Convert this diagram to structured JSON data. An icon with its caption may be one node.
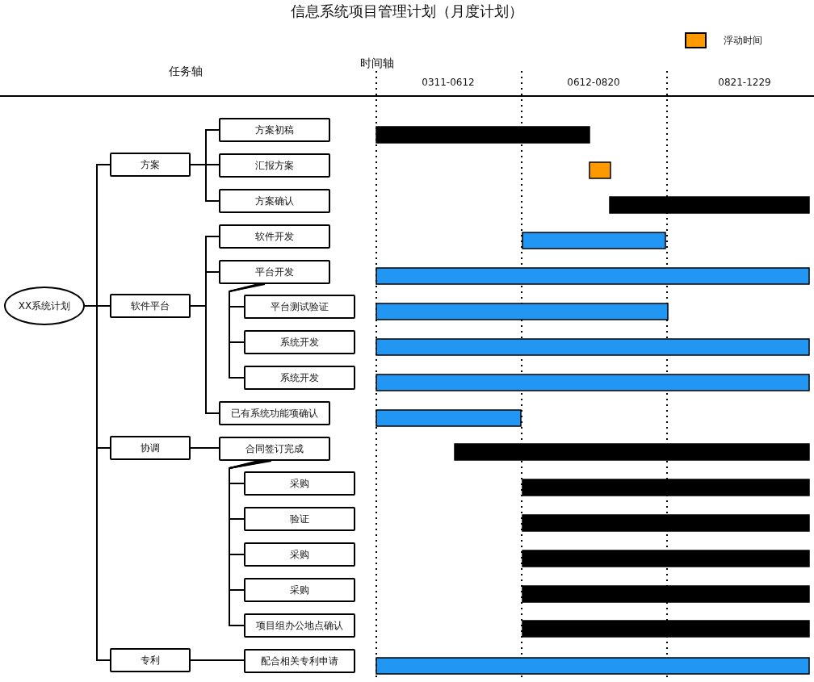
{
  "diagram": {
    "title": "信息系统项目管理计划（月度计划）",
    "nodes": [
      {
        "text": [
          "XX系统计划"
        ]
      },
      {
        "text": [
          "方案"
        ]
      },
      {
        "text": [
          "方案初稿"
        ]
      },
      {
        "text": [
          "汇报方案"
        ]
      },
      {
        "text": [
          "方案确认"
        ]
      },
      {
        "text": [
          "软件平台"
        ]
      },
      {
        "text": [
          "软件开发"
        ]
      },
      {
        "text": [
          "平台开发"
        ]
      },
      {
        "text": [
          "平台测试验证"
        ]
      },
      {
        "text": [
          "系统开发"
        ]
      },
      {
        "text": [
          "系统开发"
        ]
      },
      {
        "text": [
          "已有系统功能项确认"
        ]
      },
      {
        "text": [
          "协调"
        ]
      },
      {
        "text": [
          "合同签订完成"
        ]
      },
      {
        "text": [
          "采购"
        ]
      },
      {
        "text": [
          "验证"
        ]
      },
      {
        "text": [
          "采购"
        ]
      },
      {
        "text": [
          "采购"
        ]
      },
      {
        "text": [
          "项目组办公地点确认"
        ]
      },
      {
        "text": [
          "专利"
        ]
      },
      {
        "text": [
          "配合相关专利申请"
        ]
      }
    ],
    "edges": [
      {
        "from": 0,
        "to": 1,
        "arrow": "none"
      },
      {
        "from": 0,
        "to": 5,
        "arrow": "none"
      },
      {
        "from": 0,
        "to": 12,
        "arrow": "none"
      },
      {
        "from": 0,
        "to": 19,
        "arrow": "none"
      },
      {
        "from": 1,
        "to": 2,
        "arrow": "none"
      },
      {
        "from": 1,
        "to": 3,
        "arrow": "none"
      },
      {
        "from": 1,
        "to": 4,
        "arrow": "none"
      },
      {
        "from": 5,
        "to": 6,
        "arrow": "none"
      },
      {
        "from": 5,
        "to": 7,
        "arrow": "none"
      },
      {
        "from": 5,
        "to": 11,
        "arrow": "none"
      },
      {
        "from": 7,
        "to": 8,
        "arrow": "none"
      },
      {
        "from": 7,
        "to": 9,
        "arrow": "none"
      },
      {
        "from": 7,
        "to": 10,
        "arrow": "none"
      },
      {
        "from": 12,
        "to": 13,
        "arrow": "none"
      },
      {
        "from": 13,
        "to": 14,
        "arrow": "none"
      },
      {
        "from": 13,
        "to": 15,
        "arrow": "none"
      },
      {
        "from": 13,
        "to": 16,
        "arrow": "none"
      },
      {
        "from": 13,
        "to": 17,
        "arrow": "none"
      },
      {
        "from": 13,
        "to": 18,
        "arrow": "none"
      },
      {
        "from": 19,
        "to": 20,
        "arrow": "none"
      }
    ],
    "labels": [
      "任务轴",
      "时间轴",
      "0311-0612",
      "0612-0820",
      "0821-1229"
    ],
    "legend": [
      {
        "text": "浮动时间",
        "color": "#ff9900"
      }
    ]
  }
}
